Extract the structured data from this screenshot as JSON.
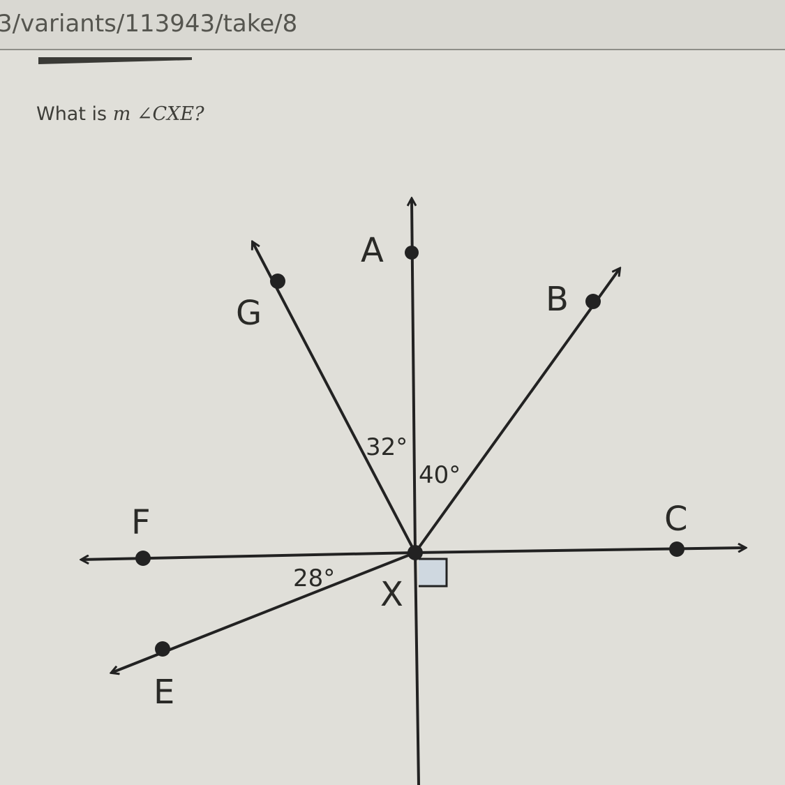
{
  "browser": {
    "url_fragment": "3/variants/113943/take/8"
  },
  "question": {
    "prefix": "What is ",
    "math": "m ∠CXE?"
  },
  "diagram": {
    "points": {
      "A": "A",
      "B": "B",
      "C": "C",
      "E": "E",
      "F": "F",
      "G": "G",
      "X": "X"
    },
    "angles": {
      "GXA": "32°",
      "AXB": "40°",
      "FXE": "28°"
    },
    "right_angle_marker": true
  }
}
